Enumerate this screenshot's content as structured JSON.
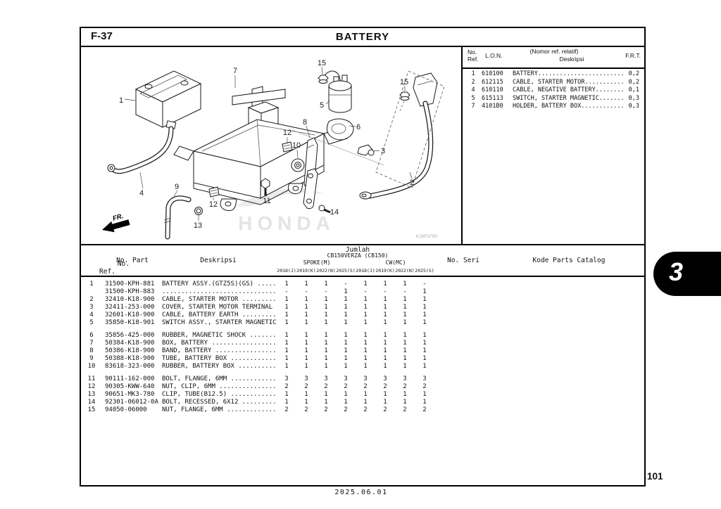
{
  "page": {
    "code": "F-37",
    "title": "BATTERY",
    "page_number": "101",
    "date": "2025.06.01",
    "section_tab": "3",
    "diagram_code": "K18F3700",
    "fr_label": "FR.",
    "watermark": "HONDA"
  },
  "ref_table": {
    "headers": {
      "no": "No.",
      "ref": "Ref.",
      "lon": "L.O.N.",
      "desc_note": "(Nomor ref. relatif)",
      "desc": "Deskripsi",
      "frt": "F.R.T."
    },
    "rows": [
      {
        "ref": "1",
        "lon": "610100",
        "desc": "BATTERY........................",
        "frt": "0,2"
      },
      {
        "ref": "2",
        "lon": "612115",
        "desc": "CABLE, STARTER MOTOR...........",
        "frt": "0,2"
      },
      {
        "ref": "4",
        "lon": "610110",
        "desc": "CABLE, NEGATIVE BATTERY........",
        "frt": "0,1"
      },
      {
        "ref": "5",
        "lon": "615113",
        "desc": "SWITCH, STARTER MAGNETIC.......",
        "frt": "0,3"
      },
      {
        "ref": "7",
        "lon": "4101B0",
        "desc": "HOLDER, BATTERY BOX............",
        "frt": "0,3"
      }
    ]
  },
  "parts_table": {
    "headers": {
      "no": "No.",
      "ref": "Ref.",
      "no_part": "No. Part",
      "deskripsi": "Deskripsi",
      "jumlah": "Jumlah",
      "model": "CB150VERZA (CB150)",
      "spoke": "SPOKE(M)",
      "cw": "CW(MC)",
      "no_seri": "No. Seri",
      "kode": "Kode Parts Catalog"
    },
    "year_cols": [
      "2018(J)",
      "2019(K)",
      "2022(N)",
      "2025(S)",
      "2018(J)",
      "2019(K)",
      "2022(N)",
      "2025(S)"
    ],
    "rows": [
      {
        "ref": "1",
        "part": "31500-KPH-881",
        "desc": "BATTERY ASSY.(GTZ5S)(GS) .....",
        "qty": [
          "1",
          "1",
          "1",
          "-",
          "1",
          "1",
          "1",
          "-"
        ],
        "gap": false
      },
      {
        "ref": "",
        "part": "31500-KPH-883",
        "desc": "..............................",
        "qty": [
          "-",
          "-",
          "-",
          "1",
          "-",
          "-",
          "-",
          "1"
        ],
        "gap": false
      },
      {
        "ref": "2",
        "part": "32410-K18-900",
        "desc": "CABLE, STARTER MOTOR .........",
        "qty": [
          "1",
          "1",
          "1",
          "1",
          "1",
          "1",
          "1",
          "1"
        ],
        "gap": false
      },
      {
        "ref": "3",
        "part": "32411-253-000",
        "desc": "COVER, STARTER MOTOR TERMINAL",
        "qty": [
          "1",
          "1",
          "1",
          "1",
          "1",
          "1",
          "1",
          "1"
        ],
        "gap": false
      },
      {
        "ref": "4",
        "part": "32601-K18-900",
        "desc": "CABLE, BATTERY EARTH .........",
        "qty": [
          "1",
          "1",
          "1",
          "1",
          "1",
          "1",
          "1",
          "1"
        ],
        "gap": false
      },
      {
        "ref": "5",
        "part": "35850-K18-901",
        "desc": "SWITCH ASSY., STARTER MAGNETIC",
        "qty": [
          "1",
          "1",
          "1",
          "1",
          "1",
          "1",
          "1",
          "1"
        ],
        "gap": false
      },
      {
        "ref": "6",
        "part": "35856-425-000",
        "desc": "RUBBER, MAGNETIC SHOCK .......",
        "qty": [
          "1",
          "1",
          "1",
          "1",
          "1",
          "1",
          "1",
          "1"
        ],
        "gap": true
      },
      {
        "ref": "7",
        "part": "50384-K18-900",
        "desc": "BOX, BATTERY .................",
        "qty": [
          "1",
          "1",
          "1",
          "1",
          "1",
          "1",
          "1",
          "1"
        ],
        "gap": false
      },
      {
        "ref": "8",
        "part": "50386-K18-900",
        "desc": "BAND, BATTERY ................",
        "qty": [
          "1",
          "1",
          "1",
          "1",
          "1",
          "1",
          "1",
          "1"
        ],
        "gap": false
      },
      {
        "ref": "9",
        "part": "50388-K18-900",
        "desc": "TUBE, BATTERY BOX ............",
        "qty": [
          "1",
          "1",
          "1",
          "1",
          "1",
          "1",
          "1",
          "1"
        ],
        "gap": false
      },
      {
        "ref": "10",
        "part": "83618-323-000",
        "desc": "RUBBER, BATTERY BOX ..........",
        "qty": [
          "1",
          "1",
          "1",
          "1",
          "1",
          "1",
          "1",
          "1"
        ],
        "gap": false
      },
      {
        "ref": "11",
        "part": "90111-162-000",
        "desc": "BOLT, FLANGE, 6MM ............",
        "qty": [
          "3",
          "3",
          "3",
          "3",
          "3",
          "3",
          "3",
          "3"
        ],
        "gap": true
      },
      {
        "ref": "12",
        "part": "90305-KWW-640",
        "desc": "NUT, CLIP, 6MM ...............",
        "qty": [
          "2",
          "2",
          "2",
          "2",
          "2",
          "2",
          "2",
          "2"
        ],
        "gap": false
      },
      {
        "ref": "13",
        "part": "90651-MK3-780",
        "desc": "CLIP, TUBE(B12.5) ............",
        "qty": [
          "1",
          "1",
          "1",
          "1",
          "1",
          "1",
          "1",
          "1"
        ],
        "gap": false
      },
      {
        "ref": "14",
        "part": "92301-06012-0A",
        "desc": "BOLT, RECESSED, 6X12 .........",
        "qty": [
          "1",
          "1",
          "1",
          "1",
          "1",
          "1",
          "1",
          "1"
        ],
        "gap": false
      },
      {
        "ref": "15",
        "part": "94050-06000",
        "desc": "NUT, FLANGE, 6MM .............",
        "qty": [
          "2",
          "2",
          "2",
          "2",
          "2",
          "2",
          "2",
          "2"
        ],
        "gap": false
      }
    ]
  },
  "diagram": {
    "callouts": [
      "1",
      "4",
      "7",
      "9",
      "13",
      "12",
      "11",
      "14",
      "12",
      "10",
      "8",
      "15",
      "5",
      "6",
      "3",
      "15",
      "2"
    ]
  }
}
